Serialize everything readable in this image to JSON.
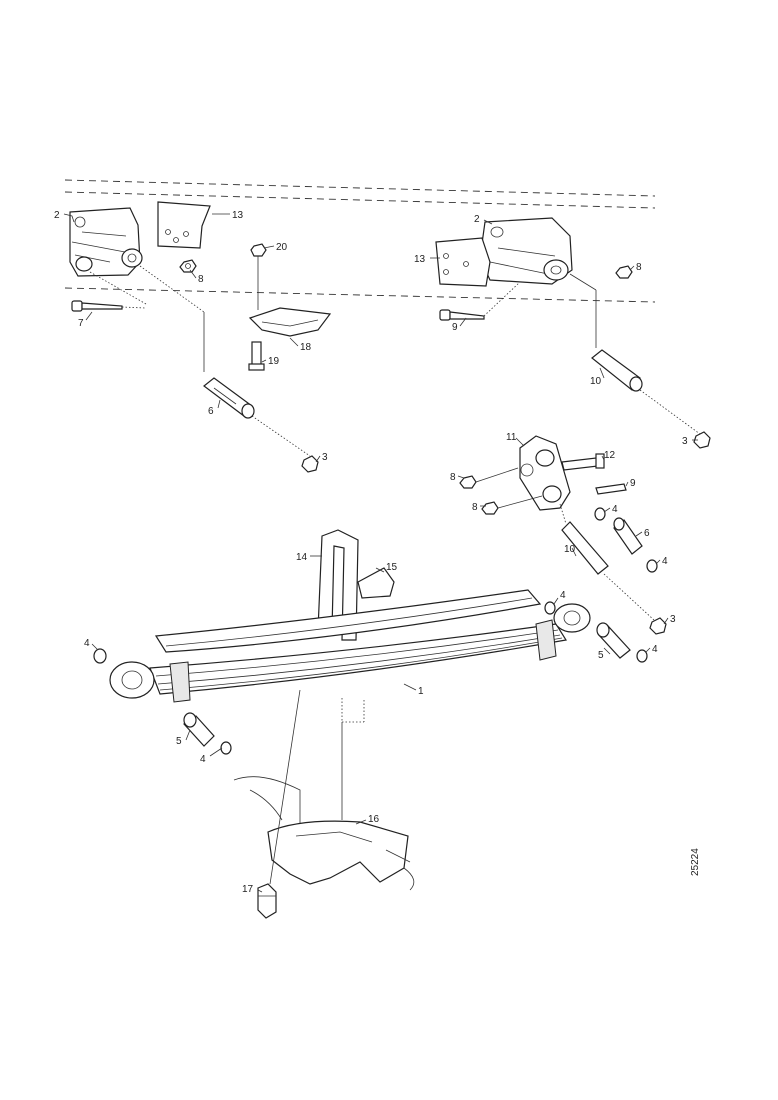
{
  "callouts": [
    {
      "id": "c2a",
      "text": "2"
    },
    {
      "id": "c13a",
      "text": "13"
    },
    {
      "id": "c8a",
      "text": "8"
    },
    {
      "id": "c7",
      "text": "7"
    },
    {
      "id": "c20",
      "text": "20"
    },
    {
      "id": "c18a",
      "text": "18"
    },
    {
      "id": "c19",
      "text": "19"
    },
    {
      "id": "c6a",
      "text": "6"
    },
    {
      "id": "c3a",
      "text": "3"
    },
    {
      "id": "c2b",
      "text": "2"
    },
    {
      "id": "c13b",
      "text": "13"
    },
    {
      "id": "c8b",
      "text": "8"
    },
    {
      "id": "c9a",
      "text": "9"
    },
    {
      "id": "c10a",
      "text": "10"
    },
    {
      "id": "c3b",
      "text": "3"
    },
    {
      "id": "c11",
      "text": "11"
    },
    {
      "id": "c12",
      "text": "12"
    },
    {
      "id": "c8c",
      "text": "8"
    },
    {
      "id": "c9b",
      "text": "9"
    },
    {
      "id": "c8d",
      "text": "8"
    },
    {
      "id": "c4a",
      "text": "4"
    },
    {
      "id": "c6b",
      "text": "6"
    },
    {
      "id": "c10b",
      "text": "10"
    },
    {
      "id": "c4b",
      "text": "4"
    },
    {
      "id": "c3c",
      "text": "3"
    },
    {
      "id": "c14",
      "text": "14"
    },
    {
      "id": "c15",
      "text": "15"
    },
    {
      "id": "c4c",
      "text": "4"
    },
    {
      "id": "c5a",
      "text": "5"
    },
    {
      "id": "c4d",
      "text": "4"
    },
    {
      "id": "c4e",
      "text": "4"
    },
    {
      "id": "c1",
      "text": "1"
    },
    {
      "id": "c5b",
      "text": "5"
    },
    {
      "id": "c4f",
      "text": "4"
    },
    {
      "id": "c16",
      "text": "16"
    },
    {
      "id": "c17",
      "text": "17"
    }
  ],
  "drawing_number": "25224"
}
